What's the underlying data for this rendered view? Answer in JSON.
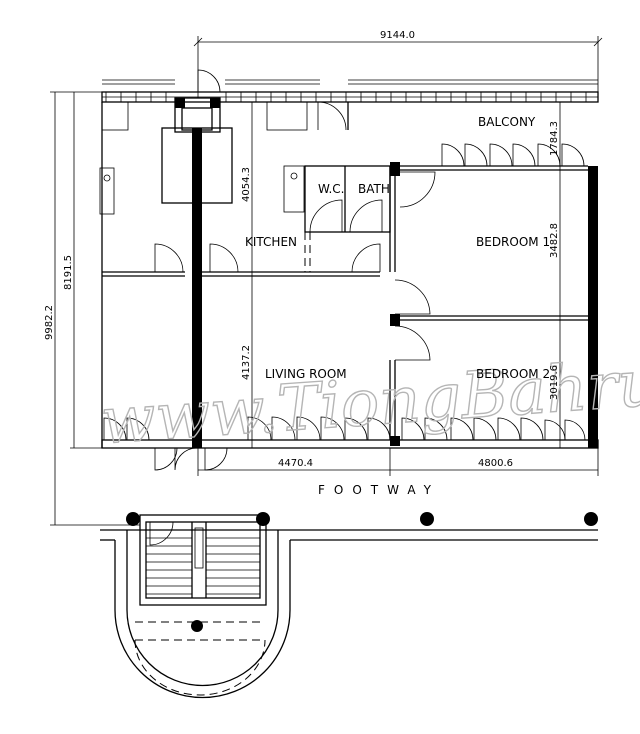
{
  "rooms": {
    "balcony": "BALCONY",
    "wc": "W.C.",
    "bath": "BATH",
    "kitchen": "KITCHEN",
    "bedroom1": "BEDROOM 1",
    "bedroom2": "BEDROOM 2",
    "living": "LIVING ROOM"
  },
  "labels": {
    "footway": "FOOTWAY",
    "watermark": "www.TiongBahru.sg"
  },
  "dimensions": {
    "overall_width": "9144.0",
    "overall_depth_outer": "9982.2",
    "overall_depth_inner": "8191.5",
    "kitchen_depth": "4054.3",
    "living_depth": "4137.2",
    "balcony_depth": "1784.3",
    "bedroom1_depth": "3482.8",
    "bedroom2_depth": "3019.6",
    "living_width": "4470.4",
    "bedrooms_width": "4800.6"
  }
}
